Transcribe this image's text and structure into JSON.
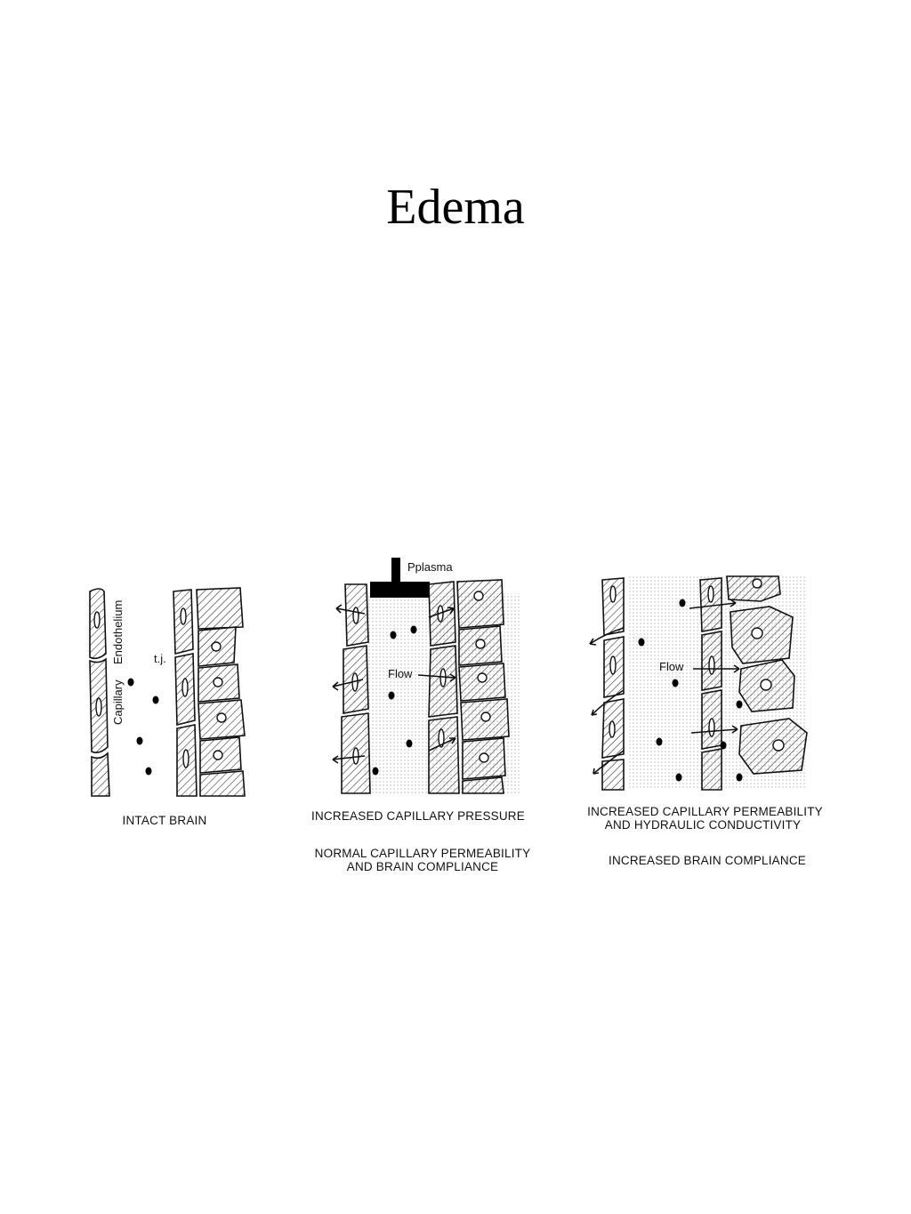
{
  "title": "Edema",
  "panels": [
    {
      "labels": {
        "endothelium": "Endothelium",
        "capillary": "Capillary",
        "tj": "t.j."
      },
      "captions": [
        "INTACT BRAIN"
      ]
    },
    {
      "labels": {
        "pplasma": "Pplasma",
        "flow": "Flow"
      },
      "captions": [
        "INCREASED CAPILLARY PRESSURE",
        "NORMAL CAPILLARY PERMEABILITY",
        "AND BRAIN COMPLIANCE"
      ]
    },
    {
      "labels": {
        "flow": "Flow"
      },
      "captions": [
        "INCREASED CAPILLARY PERMEABILITY",
        "AND HYDRAULIC CONDUCTIVITY",
        "INCREASED BRAIN COMPLIANCE"
      ]
    }
  ]
}
